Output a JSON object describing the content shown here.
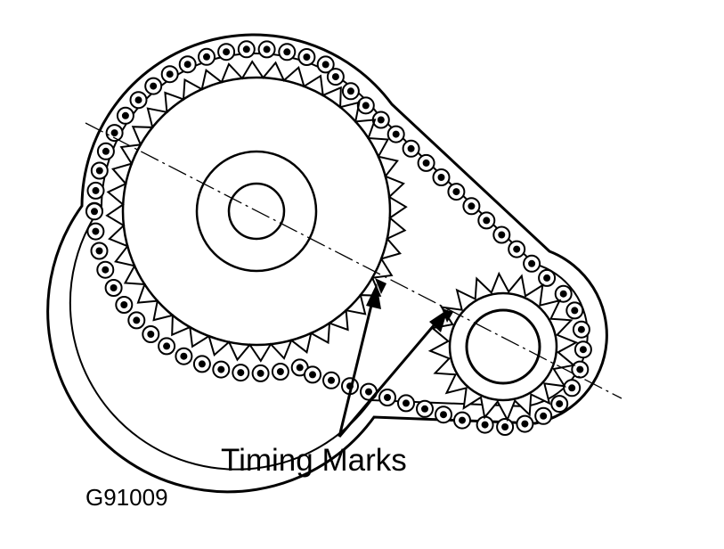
{
  "labels": {
    "timing_marks": "Timing Marks",
    "figure_id": "G91009"
  },
  "colors": {
    "ink": "#000000",
    "paper": "#ffffff"
  },
  "parts": {
    "large_gear_teeth": 40,
    "small_gear_teeth": 20
  }
}
